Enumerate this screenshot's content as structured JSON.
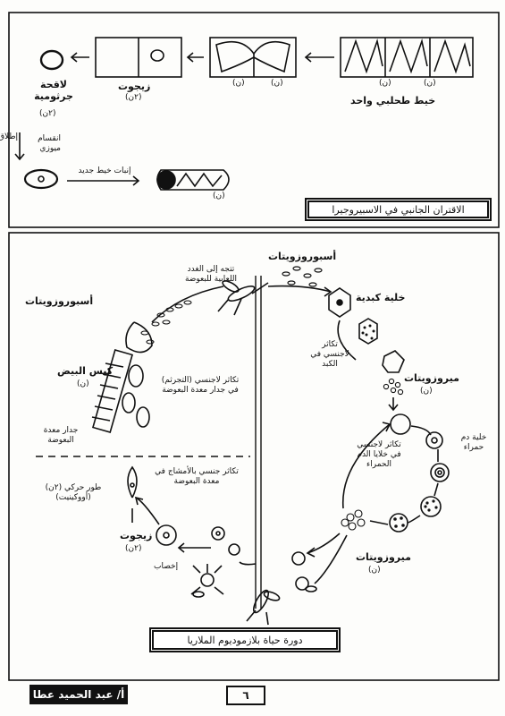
{
  "top": {
    "filament_label": "خيط طحلبي واحد",
    "n": "(ن)",
    "zygote_label": "زيجوت",
    "zygote_ploidy": "(٢ن)",
    "germ_ball_label": "لاقحة جرثومية",
    "germ_ball_ploidy": "(٢ن)",
    "meiosis_label": "انقسام ميوزي",
    "release_label": "إطلاق",
    "germinate_label": "إنبات خيط جديد",
    "caption": "الاقتران الجانبي في الاسبيروجيرا"
  },
  "bottom": {
    "sporozoites_top": "أسبوروزويتات",
    "liver_cell": "خلية كبدية",
    "asexual_liver": "تكاثر لاجنسي في الكبد",
    "merozoites_n1": "ميروزويتات",
    "n_ploidy": "(ن)",
    "red_cell": "خلية دم حمراء",
    "asexual_blood": "تكاثر لاجنسي في خلايا الدم الحمراء",
    "merozoites_n2": "ميروزويتات",
    "gametocytes": "(ن)",
    "mosquito_bite": "تتجه إلى الغدد اللعابية للبعوضة",
    "sporozoites_left": "أسبوروزويتات",
    "oocyst": "كيس البيض",
    "oocyst_ploidy": "(ن)",
    "asexual_mosquito": "تكاثر لاجنسي (التجرثم) في جدار معدة البعوضة",
    "gut_wall": "جدار معدة البعوضة",
    "sexual_mosquito": "تكاثر جنسي بالأمشاج في معدة البعوضة",
    "ookinete": "طور حركي (٢ن) (أووكينيت)",
    "zygote": "زيجوت",
    "zygote_ploidy": "(٢ن)",
    "fertilization": "إخصاب",
    "caption": "دورة حياة بلازموديوم الملاريا"
  },
  "footer": {
    "author": "أ/ عبد الحميد عطا",
    "page": "٦"
  }
}
